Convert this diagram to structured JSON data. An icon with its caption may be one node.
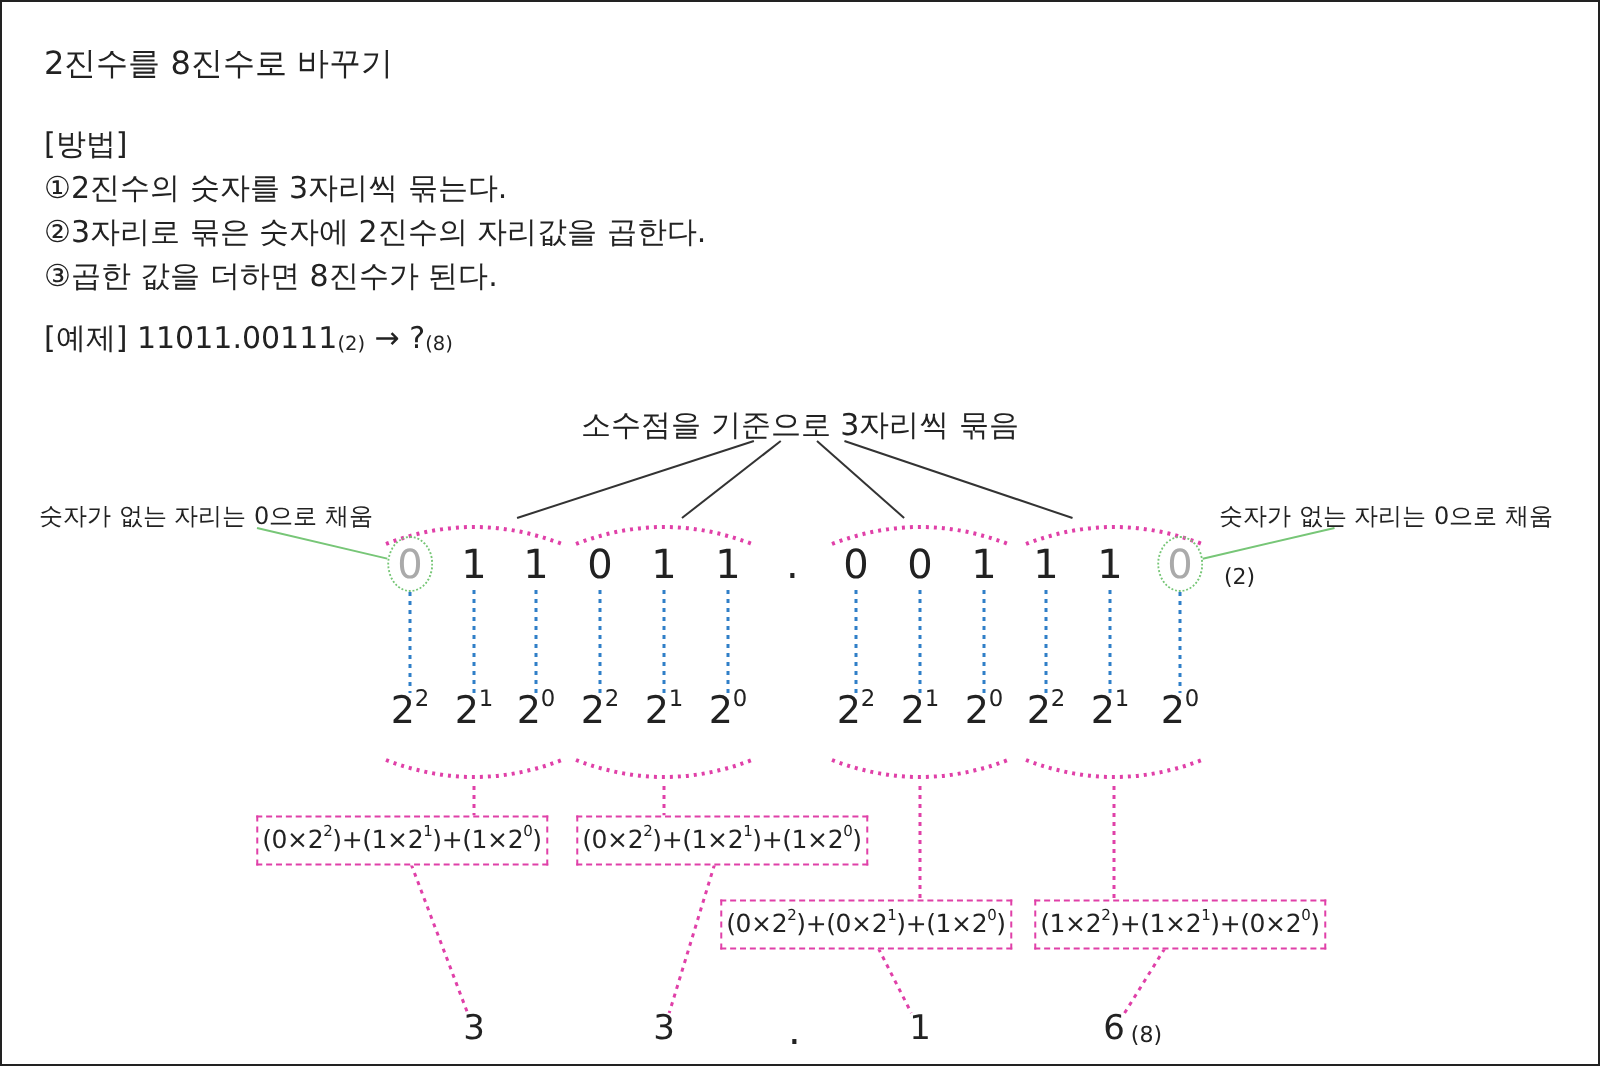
{
  "diagram": {
    "title": "2진수를 8진수로 바꾸기",
    "nodes": [
      {
        "text": [
          "소수점을 기준으로 3자리씩 묶음"
        ]
      },
      {
        "text": [
          "숫자가 없는 자리는 0으로 채움"
        ]
      },
      {
        "text": [
          "숫자가 없는 자리는 0으로 채움"
        ]
      },
      {
        "text": [],
        "shape": "arc"
      },
      {
        "text": [],
        "shape": "arc"
      },
      {
        "text": [],
        "shape": "arc"
      },
      {
        "text": [],
        "shape": "arc"
      },
      {
        "text": [
          "0"
        ]
      },
      {
        "text": [
          "1"
        ]
      },
      {
        "text": [
          "1"
        ]
      },
      {
        "text": [
          "0"
        ]
      },
      {
        "text": [
          "1"
        ]
      },
      {
        "text": [
          "1"
        ]
      },
      {
        "text": [
          "0"
        ]
      },
      {
        "text": [
          "0"
        ]
      },
      {
        "text": [
          "1"
        ]
      },
      {
        "text": [
          "1"
        ]
      },
      {
        "text": [
          "1"
        ]
      },
      {
        "text": [
          "0"
        ]
      },
      {
        "text": [
          "2$^{2}$"
        ]
      },
      {
        "text": [
          "2$^{1}$"
        ]
      },
      {
        "text": [
          "2$^{0}$"
        ]
      },
      {
        "text": [
          "2$^{2}$"
        ]
      },
      {
        "text": [
          "2$^{1}$"
        ]
      },
      {
        "text": [
          "2$^{0}$"
        ]
      },
      {
        "text": [
          "2$^{2}$"
        ]
      },
      {
        "text": [
          "2$^{1}$"
        ]
      },
      {
        "text": [
          "2$^{0}$"
        ]
      },
      {
        "text": [
          "2$^{2}$"
        ]
      },
      {
        "text": [
          "2$^{1}$"
        ]
      },
      {
        "text": [
          "2$^{0}$"
        ]
      },
      {
        "text": [],
        "shape": "arc"
      },
      {
        "text": [],
        "shape": "arc"
      },
      {
        "text": [],
        "shape": "arc"
      },
      {
        "text": [],
        "shape": "arc"
      },
      {
        "text": [
          "(0×2$^{2}$)+(1×2$^{1}$)+(1×2$^{0}$)"
        ]
      },
      {
        "text": [
          "(0×2$^{2}$)+(1×2$^{1}$)+(1×2$^{0}$)"
        ]
      },
      {
        "text": [
          "(0×2$^{2}$)+(0×2$^{1}$)+(1×2$^{0}$)"
        ]
      },
      {
        "text": [
          "(1×2$^{2}$)+(1×2$^{1}$)+(0×2$^{0}$)"
        ]
      },
      {
        "text": [
          "3"
        ]
      },
      {
        "text": [
          "3"
        ]
      },
      {
        "text": [
          "1"
        ]
      },
      {
        "text": [
          "6"
        ],
        "beside": [
          "(8)"
        ]
      }
    ],
    "edges": [
      {
        "from": 0,
        "to": 3,
        "arrow": "none",
        "color": "#333333"
      },
      {
        "from": 0,
        "to": 4,
        "arrow": "none",
        "color": "#333333"
      },
      {
        "from": 0,
        "to": 5,
        "arrow": "none",
        "color": "#333333"
      },
      {
        "from": 0,
        "to": 6,
        "arrow": "none",
        "color": "#333333"
      },
      {
        "from": 1,
        "to": 7,
        "arrow": "none",
        "color": "#77c677"
      },
      {
        "from": 2,
        "to": 18,
        "arrow": "none",
        "color": "#77c677"
      },
      {
        "from": 7,
        "to": 19,
        "arrow": "none",
        "style": "dashed",
        "color": "#2f7fc8"
      },
      {
        "from": 8,
        "to": 20,
        "arrow": "none",
        "style": "dashed",
        "color": "#2f7fc8"
      },
      {
        "from": 9,
        "to": 21,
        "arrow": "none",
        "style": "dashed",
        "color": "#2f7fc8"
      },
      {
        "from": 10,
        "to": 22,
        "arrow": "none",
        "style": "dashed",
        "color": "#2f7fc8"
      },
      {
        "from": 11,
        "to": 23,
        "arrow": "none",
        "style": "dashed",
        "color": "#2f7fc8"
      },
      {
        "from": 12,
        "to": 24,
        "arrow": "none",
        "style": "dashed",
        "color": "#2f7fc8"
      },
      {
        "from": 13,
        "to": 25,
        "arrow": "none",
        "style": "dashed",
        "color": "#2f7fc8"
      },
      {
        "from": 14,
        "to": 26,
        "arrow": "none",
        "style": "dashed",
        "color": "#2f7fc8"
      },
      {
        "from": 15,
        "to": 27,
        "arrow": "none",
        "style": "dashed",
        "color": "#2f7fc8"
      },
      {
        "from": 16,
        "to": 28,
        "arrow": "none",
        "style": "dashed",
        "color": "#2f7fc8"
      },
      {
        "from": 17,
        "to": 29,
        "arrow": "none",
        "style": "dashed",
        "color": "#2f7fc8"
      },
      {
        "from": 18,
        "to": 30,
        "arrow": "none",
        "style": "dashed",
        "color": "#2f7fc8"
      },
      {
        "from": 31,
        "to": 35,
        "arrow": "none",
        "style": "dashed",
        "color": "#e040a8"
      },
      {
        "from": 32,
        "to": 36,
        "arrow": "none",
        "style": "dashed",
        "color": "#e040a8"
      },
      {
        "from": 33,
        "to": 37,
        "arrow": "none",
        "style": "dashed",
        "color": "#e040a8"
      },
      {
        "from": 34,
        "to": 38,
        "arrow": "none",
        "style": "dashed",
        "color": "#e040a8"
      },
      {
        "from": 35,
        "to": 39,
        "arrow": "none",
        "style": "dashed",
        "color": "#e040a8"
      },
      {
        "from": 36,
        "to": 40,
        "arrow": "none",
        "style": "dashed",
        "color": "#e040a8"
      },
      {
        "from": 37,
        "to": 41,
        "arrow": "none",
        "style": "dashed",
        "color": "#e040a8"
      },
      {
        "from": 38,
        "to": 42,
        "arrow": "none",
        "style": "dashed",
        "color": "#e040a8"
      }
    ],
    "labels": [
      "[방법]",
      "①2진수의 숫자를 3자리씩 묶는다.",
      "②3자리로 묶은 숫자에 2진수의 자리값을 곱한다.",
      "③곱한 값을 더하면 8진수가 된다.",
      "[예제]  11011.00111$_{(2)}$ → ?$_{(8)}$",
      ".",
      "(2)",
      "."
    ]
  }
}
